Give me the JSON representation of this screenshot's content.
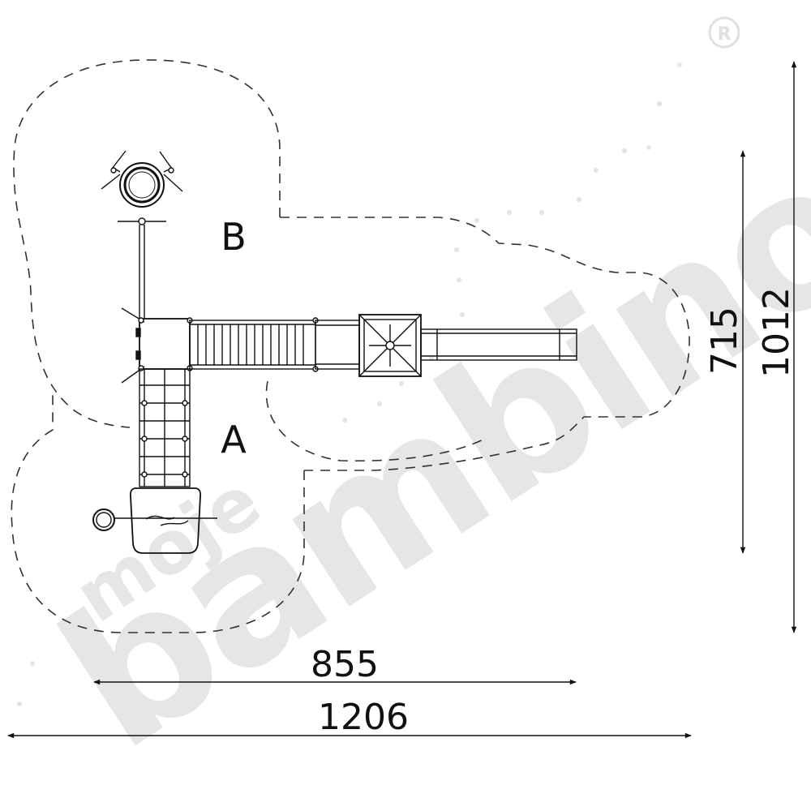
{
  "watermark": {
    "brand": "bambino",
    "prefix": "moje",
    "registered_mark": "®"
  },
  "zones": {
    "a": "A",
    "b": "B"
  },
  "dimensions": {
    "width_inner": "855",
    "width_outer": "1206",
    "height_inner": "715",
    "height_outer": "1012"
  },
  "colors": {
    "line": "#111111",
    "dash": "#333333",
    "watermark": "#e6e6e6"
  }
}
